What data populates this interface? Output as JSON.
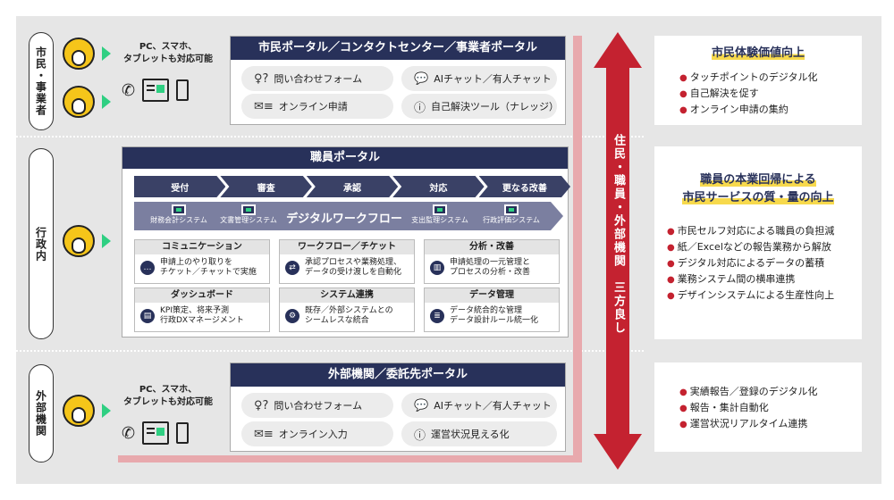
{
  "lanes": {
    "citizen": "市民・事業者",
    "admin": "行政内",
    "external": "外部機関"
  },
  "device_text": "PC、スマホ、\nタブレットも対応可能",
  "citizen_portal": {
    "title": "市民ポータル／コンタクトセンター／事業者ポータル",
    "items": [
      {
        "label": "問い合わせフォーム",
        "icon": "question-form-icon",
        "glyph": "♀?"
      },
      {
        "label": "AIチャット／有人チャット",
        "icon": "chat-icon",
        "glyph": "💬"
      },
      {
        "label": "オンライン申請",
        "icon": "mail-list-icon",
        "glyph": "✉≡"
      },
      {
        "label": "自己解決ツール（ナレッジ）",
        "icon": "info-icon",
        "glyph": "ⓘ"
      }
    ]
  },
  "staff_portal": {
    "title": "職員ポータル",
    "steps": [
      "受付",
      "審査",
      "承認",
      "対応",
      "更なる改善"
    ],
    "workflow_title": "デジタルワークフロー",
    "systems": [
      "財務会計システム",
      "文書管理システム",
      "支出監理システム",
      "行政評価システム"
    ],
    "cards": [
      {
        "title": "コミュニケーション",
        "text": "申請上のやり取りを\nチケット／チャットで実施",
        "icon": "chat-icon",
        "glyph": "…"
      },
      {
        "title": "ワークフロー／チケット",
        "text": "承認プロセスや業務処理、\nデータの受け渡しを自動化",
        "icon": "workflow-icon",
        "glyph": "⇄"
      },
      {
        "title": "分析・改善",
        "text": "申請処理の一元管理と\nプロセスの分析・改善",
        "icon": "bar-chart-icon",
        "glyph": "▥"
      },
      {
        "title": "ダッシュボード",
        "text": "KPI策定、将来予測\n行政DXマネージメント",
        "icon": "dashboard-icon",
        "glyph": "▤"
      },
      {
        "title": "システム連携",
        "text": "既存／外部システムとの\nシームレスな統合",
        "icon": "integration-icon",
        "glyph": "⚙"
      },
      {
        "title": "データ管理",
        "text": "データ統合的な管理\nデータ設計ルール統一化",
        "icon": "database-icon",
        "glyph": "≣"
      }
    ]
  },
  "external_portal": {
    "title": "外部機関／委託先ポータル",
    "items": [
      {
        "label": "問い合わせフォーム",
        "icon": "question-form-icon",
        "glyph": "♀?"
      },
      {
        "label": "AIチャット／有人チャット",
        "icon": "chat-icon",
        "glyph": "💬"
      },
      {
        "label": "オンライン入力",
        "icon": "mail-list-icon",
        "glyph": "✉≡"
      },
      {
        "label": "運営状況見える化",
        "icon": "info-icon",
        "glyph": "ⓘ"
      }
    ]
  },
  "arrow_text": "住民・職員・外部機関　三方良し",
  "right": {
    "box1": {
      "title": "市民体験価値向上",
      "items": [
        "タッチポイントのデジタル化",
        "自己解決を促す",
        "オンライン申請の集約"
      ]
    },
    "box2": {
      "title1": "職員の本業回帰による",
      "title2": "市民サービスの質・量の向上",
      "items": [
        "市民セルフ対応による職員の負担減",
        "紙／Excelなどの報告業務から解放",
        "デジタル対応によるデータの蓄積",
        "業務システム間の横串連携",
        "デザインシステムによる生産性向上"
      ]
    },
    "box3": {
      "items": [
        "実績報告／登録のデジタル化",
        "報告・集計自動化",
        "運営状況リアルタイム連携"
      ]
    }
  },
  "colors": {
    "navy": "#28315a",
    "green": "#2fcf82",
    "yellow": "#f5c51a",
    "red": "#c42230",
    "pink_line": "#e8a9ad"
  }
}
